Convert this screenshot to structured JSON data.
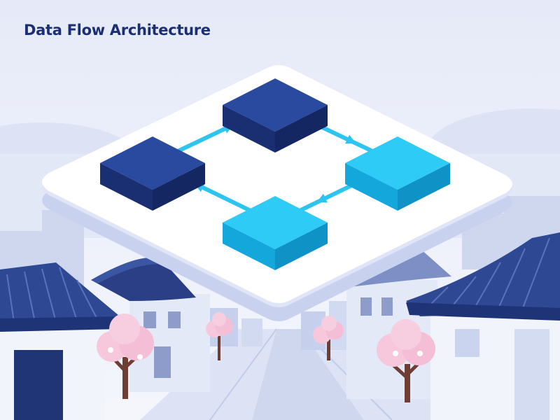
{
  "title": "Data Flow Architecture",
  "colors": {
    "background": "#e6eaf8",
    "title": "#1c2f74",
    "node_dark": "#1f3b8a",
    "node_light": "#19bdf0",
    "connector": "#2ec4f0",
    "platform": "#ffffff",
    "roof": "#2e4893",
    "blossom": "#f7c7dc",
    "trunk": "#6e3d33"
  },
  "diagram": {
    "nodes": [
      {
        "id": "node-top",
        "tone": "dark"
      },
      {
        "id": "node-left",
        "tone": "dark"
      },
      {
        "id": "node-right",
        "tone": "light"
      },
      {
        "id": "node-bottom",
        "tone": "light"
      }
    ],
    "edges": [
      {
        "from": "node-left",
        "to": "node-top"
      },
      {
        "from": "node-top",
        "to": "node-right"
      },
      {
        "from": "node-right",
        "to": "node-bottom"
      },
      {
        "from": "node-bottom",
        "to": "node-left"
      }
    ]
  }
}
